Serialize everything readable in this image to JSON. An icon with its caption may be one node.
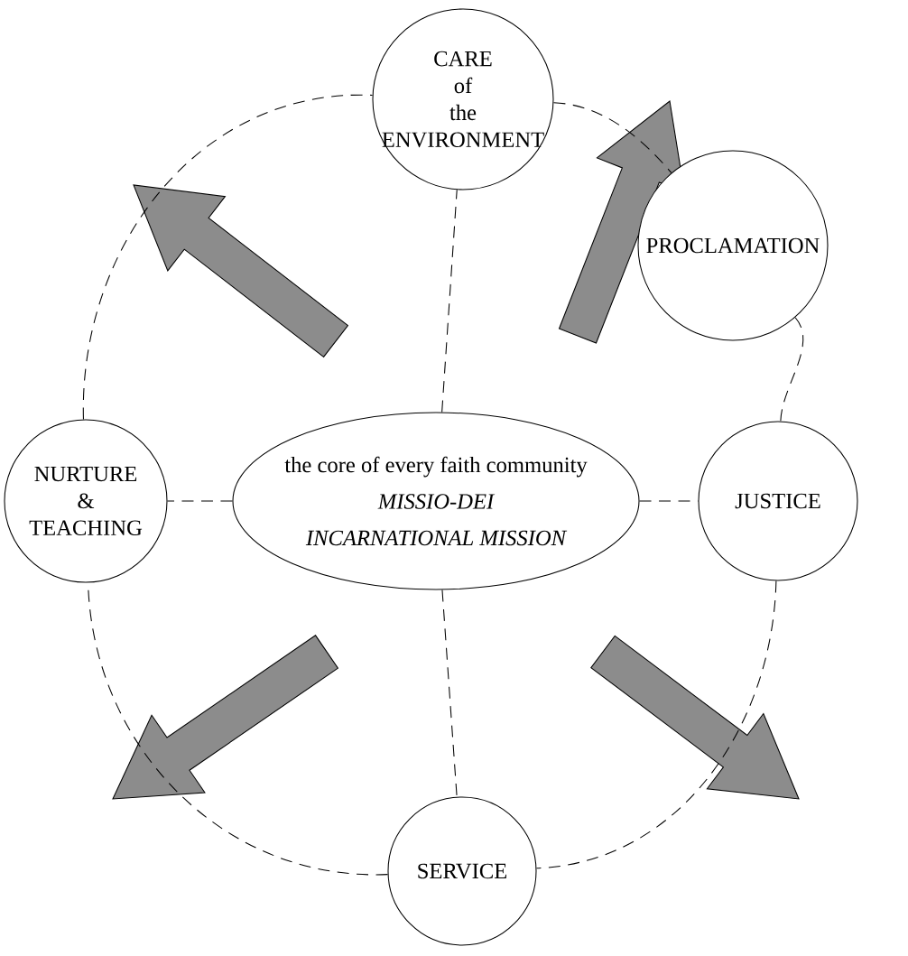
{
  "diagram": {
    "nodes": [
      {
        "text": [
          "CARE of the ENVIRONMENT"
        ]
      },
      {
        "text": [
          "PROCLAMATION"
        ]
      },
      {
        "text": [
          "NURTURE & TEACHING"
        ]
      },
      {
        "text": [
          "the core of every faith community",
          "MISSIO-DEI",
          "INCARNATIONAL MISSION"
        ]
      },
      {
        "text": [
          "JUSTICE"
        ]
      },
      {
        "text": [
          "SERVICE"
        ]
      }
    ],
    "edges": [
      {
        "from": 0,
        "to": 1,
        "arrow": "none",
        "style": "dashed"
      },
      {
        "from": 1,
        "to": 4,
        "arrow": "none",
        "style": "dashed"
      },
      {
        "from": 4,
        "to": 5,
        "arrow": "none",
        "style": "dashed"
      },
      {
        "from": 5,
        "to": 2,
        "arrow": "none",
        "style": "dashed"
      },
      {
        "from": 2,
        "to": 0,
        "arrow": "none",
        "style": "dashed"
      },
      {
        "from": 3,
        "to": 0,
        "arrow": "none",
        "style": "dashed"
      },
      {
        "from": 3,
        "to": 2,
        "arrow": "none",
        "style": "dashed"
      },
      {
        "from": 3,
        "to": 4,
        "arrow": "none",
        "style": "dashed"
      },
      {
        "from": 3,
        "to": 5,
        "arrow": "none",
        "style": "dashed"
      }
    ]
  }
}
